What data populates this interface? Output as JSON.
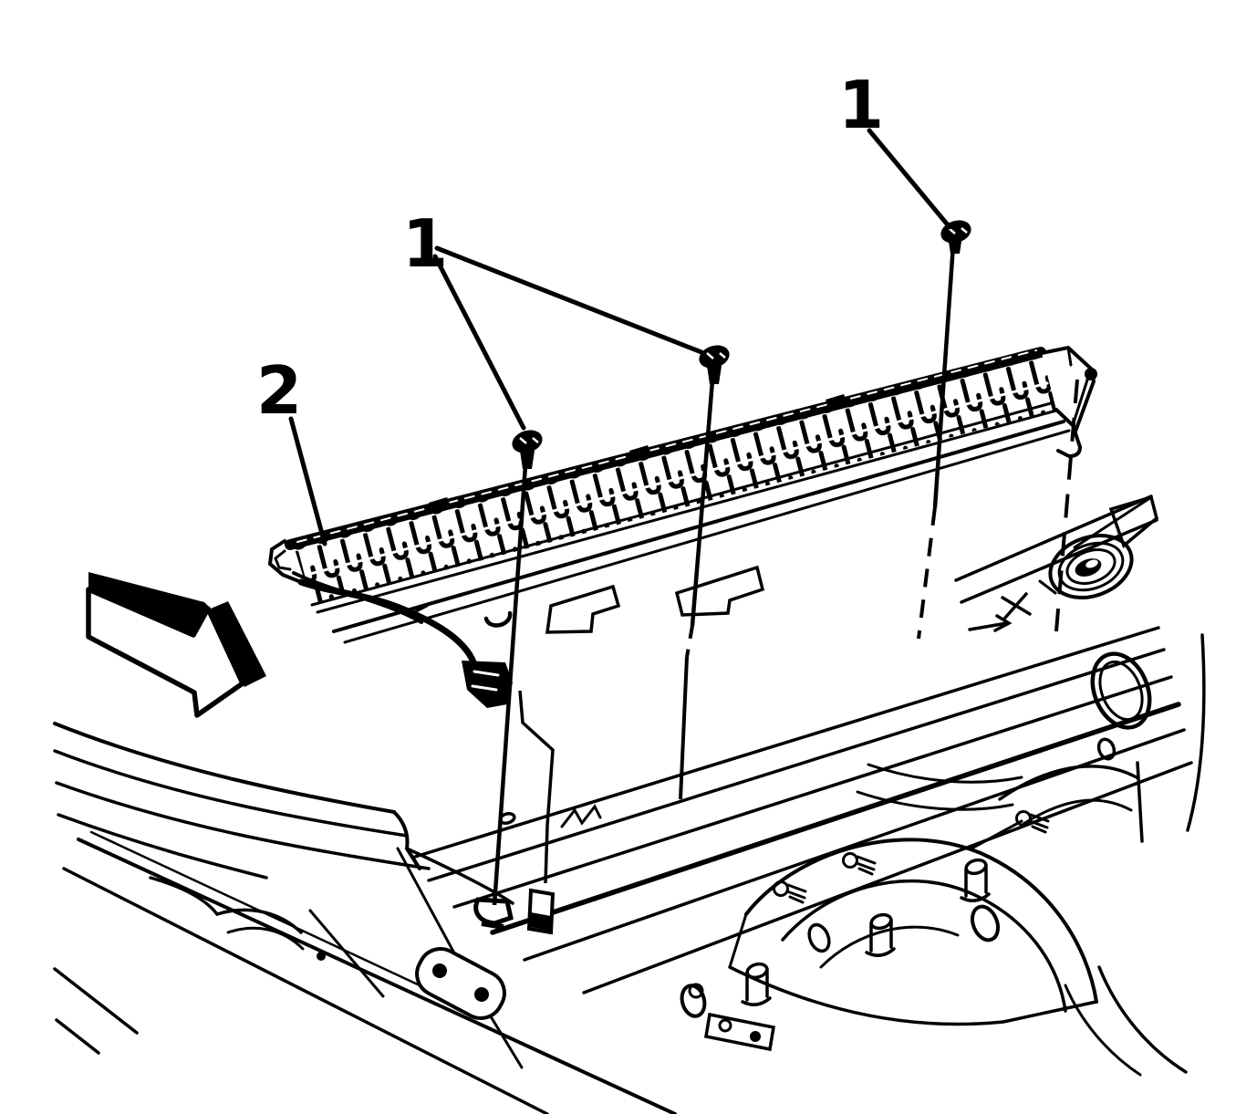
{
  "illustration": {
    "background_color": "#ffffff",
    "line_color": "#000000",
    "callouts": [
      {
        "label": "1",
        "points_to": "cowl panel screws (front pair)"
      },
      {
        "label": "1",
        "points_to": "cowl panel screw (rear)"
      },
      {
        "label": "2",
        "points_to": "cowl vent grille panel"
      }
    ],
    "screw_count": 3,
    "icons": {
      "direction_arrow": "solid 3D block arrow pointing lower-right",
      "screw": "pan-head screw with long shaft",
      "trajectory": "dashed installation path lines"
    }
  }
}
